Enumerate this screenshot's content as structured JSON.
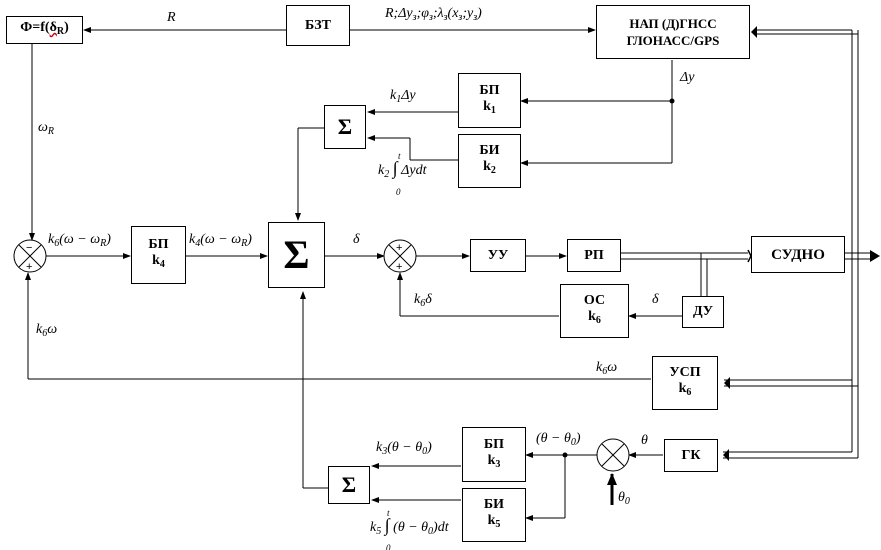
{
  "blocks": {
    "phi": {
      "main": "Ф=f(",
      "arg": "δ",
      "sub": "R",
      "close": ")"
    },
    "bzt": {
      "label": "БЗТ"
    },
    "nap": {
      "line1": "НАП (Д)ГНСС",
      "line2": "ГЛОНАСС/GPS"
    },
    "bp1": {
      "label": "БП",
      "k": "k",
      "ksub": "1"
    },
    "bi2": {
      "label": "БИ",
      "k": "k",
      "ksub": "2"
    },
    "sum_top": {
      "label": "Σ"
    },
    "bp4": {
      "label": "БП",
      "k": "k",
      "ksub": "4"
    },
    "sum_main": {
      "label": "Σ"
    },
    "uu": {
      "label": "УУ"
    },
    "rp": {
      "label": "РП"
    },
    "sudno": {
      "label": "СУДНО"
    },
    "os": {
      "label": "ОС",
      "k": "k",
      "ksub": "6"
    },
    "du": {
      "label": "ДУ"
    },
    "usp": {
      "label": "УСП",
      "k": "k",
      "ksub": "6"
    },
    "gk": {
      "label": "ГК"
    },
    "bp3": {
      "label": "БП",
      "k": "k",
      "ksub": "3"
    },
    "bi5": {
      "label": "БИ",
      "k": "k",
      "ksub": "5"
    },
    "sum_bot": {
      "label": "Σ"
    }
  },
  "signals": {
    "r": "R",
    "bzt_out": {
      "a": "R;Δy",
      "as": "з",
      "b": ";φ",
      "bs": "з",
      "c": ";λ",
      "cs": "з",
      "d": "(x",
      "ds": "з",
      "e": ";y",
      "es": "з",
      "f": ")"
    },
    "dy": "Δy",
    "k1dy": {
      "k": "k",
      "s": "1",
      "t": "Δy"
    },
    "k2int": {
      "k": "k",
      "s": "2",
      "int": "∫",
      "upper": "t",
      "lower": "0",
      "t": "Δydt"
    },
    "omega_r": {
      "t": "ω",
      "s": "R"
    },
    "k6diff": {
      "k": "k",
      "s": "6",
      "t": "(ω − ω",
      "ts": "R",
      "end": ")"
    },
    "k4diff": {
      "k": "k",
      "s": "4",
      "t": "(ω − ω",
      "ts": "R",
      "end": ")"
    },
    "delta": "δ",
    "k6delta": {
      "k": "k",
      "s": "6",
      "t": "δ"
    },
    "delta2": "δ",
    "k6omega_left": {
      "k": "k",
      "s": "6",
      "t": "ω"
    },
    "k6omega_right": {
      "k": "k",
      "s": "6",
      "t": "ω"
    },
    "theta": "θ",
    "theta_diff": "(θ − θ",
    "theta_diff_sub": "0",
    "theta_diff_end": ")",
    "k3theta": {
      "k": "k",
      "s": "3",
      "t": "(θ − θ",
      "ts": "0",
      "end": ")"
    },
    "k5int": {
      "k": "k",
      "s": "5",
      "int": "∫",
      "upper": "t",
      "lower": "0",
      "t": "(θ − θ",
      "ts": "0",
      "end": ")dt"
    },
    "theta0": {
      "t": "θ",
      "s": "0"
    }
  }
}
